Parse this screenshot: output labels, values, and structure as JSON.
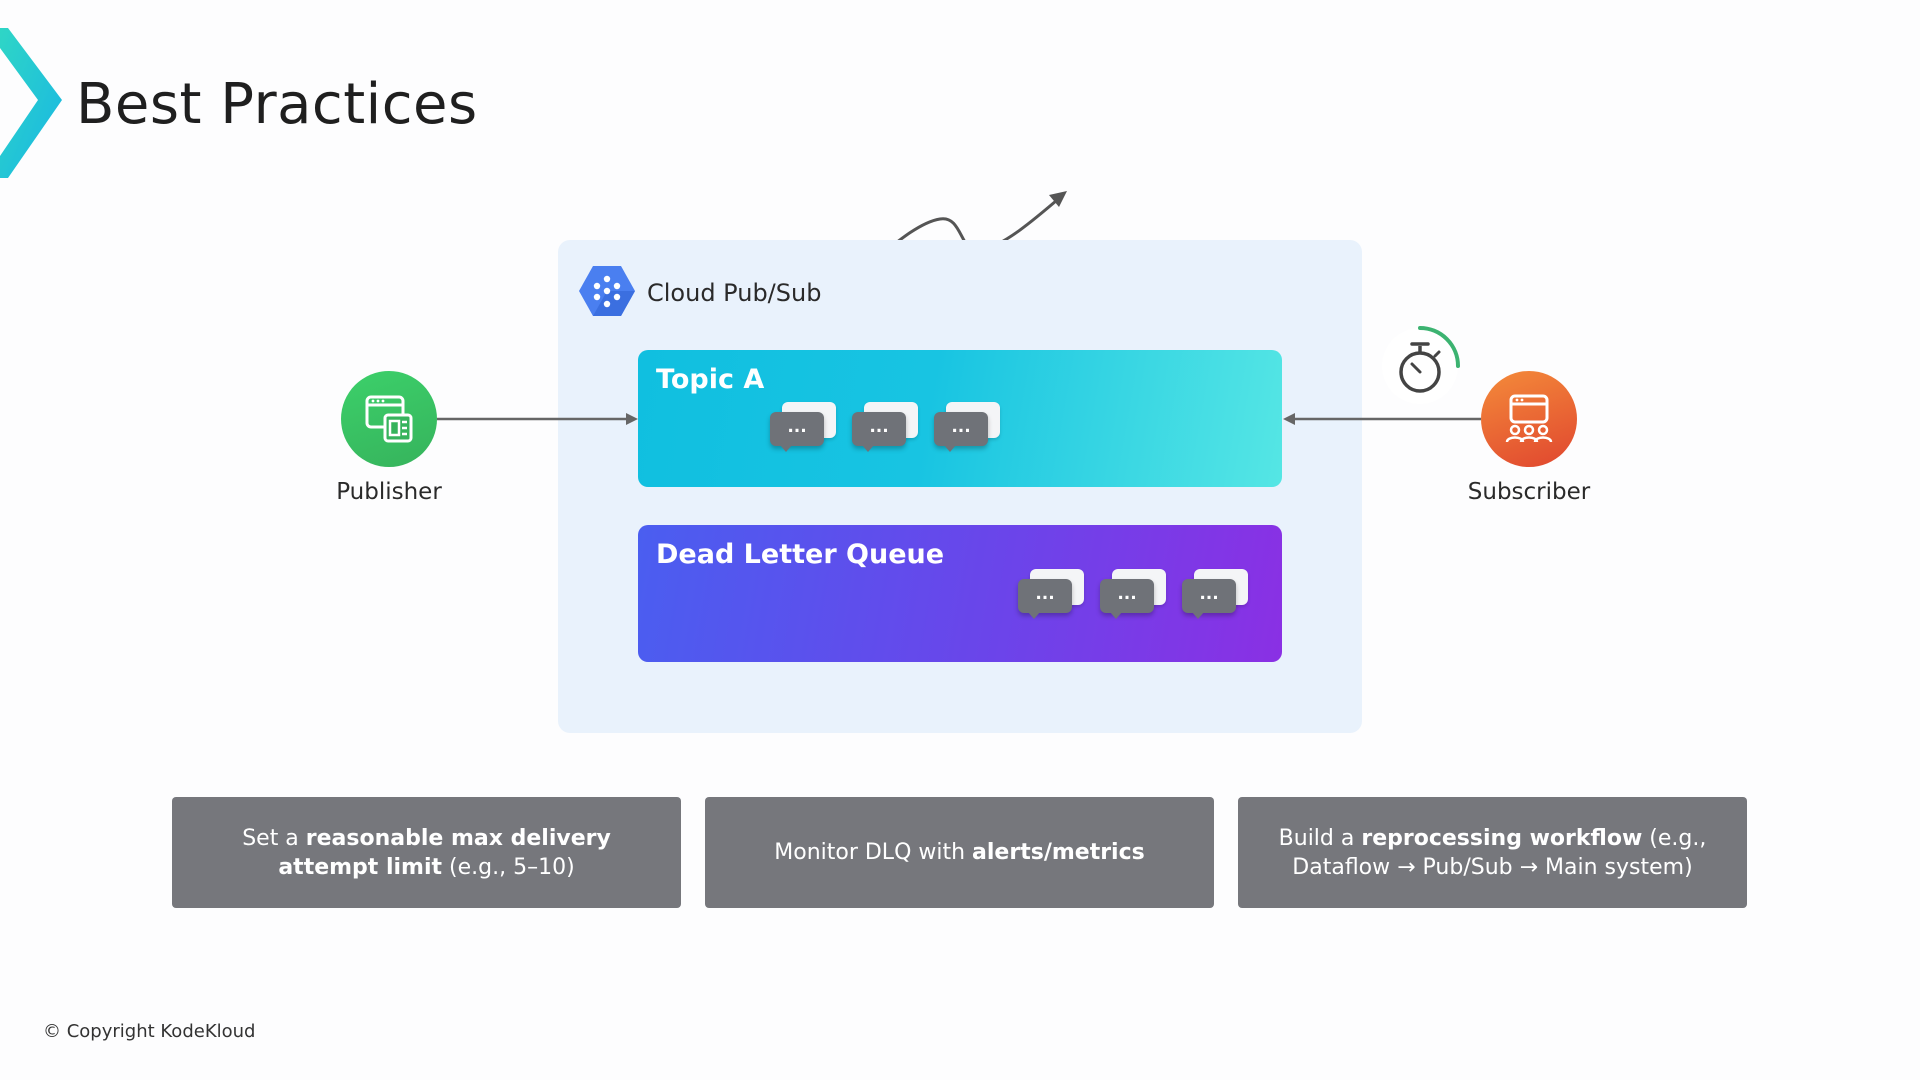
{
  "slide": {
    "title": "Best Practices",
    "copyright": "© Copyright KodeKloud"
  },
  "colors": {
    "brand_teal": "#28c9dc",
    "panel_bg": "#e9f2fc",
    "topic_gradient_start": "#10bfe0",
    "topic_gradient_end": "#55e6e4",
    "dlq_gradient_start": "#4a5ef0",
    "dlq_gradient_end": "#8a30e4",
    "publisher_green": "#36b35c",
    "subscriber_orange": "#e0462f",
    "card_gray": "#76777c",
    "timer_green": "#3cb371"
  },
  "diagram": {
    "service": {
      "label": "Cloud Pub/Sub",
      "icon": "cloud-pubsub-icon"
    },
    "publisher": {
      "label": "Publisher",
      "icon": "publisher-icon"
    },
    "subscriber": {
      "label": "Subscriber",
      "icon": "subscriber-icon"
    },
    "topic": {
      "title": "Topic A",
      "messages": [
        "...",
        "...",
        "..."
      ]
    },
    "dead_letter_queue": {
      "title": "Dead Letter Queue",
      "messages": [
        "...",
        "...",
        "..."
      ]
    },
    "timer_icon": "stopwatch-icon",
    "trend_icon": "trend-line-icon"
  },
  "practices": [
    {
      "pre": "Set a ",
      "bold": "reasonable max delivery attempt limit",
      "post": " (e.g., 5–10)"
    },
    {
      "pre": "Monitor DLQ with ",
      "bold": "alerts/metrics",
      "post": ""
    },
    {
      "pre": "Build a ",
      "bold": "reprocessing workflow",
      "post": " (e.g., Dataflow → Pub/Sub → Main system)"
    }
  ]
}
